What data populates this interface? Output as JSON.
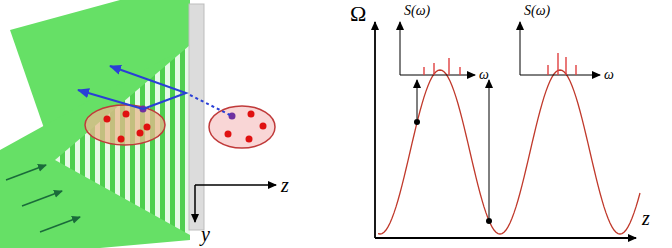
{
  "diagram": {
    "labels": [
      "z",
      "y",
      "Ω",
      "S(ω)",
      "ω",
      "S(ω)",
      "ω",
      "z"
    ]
  }
}
